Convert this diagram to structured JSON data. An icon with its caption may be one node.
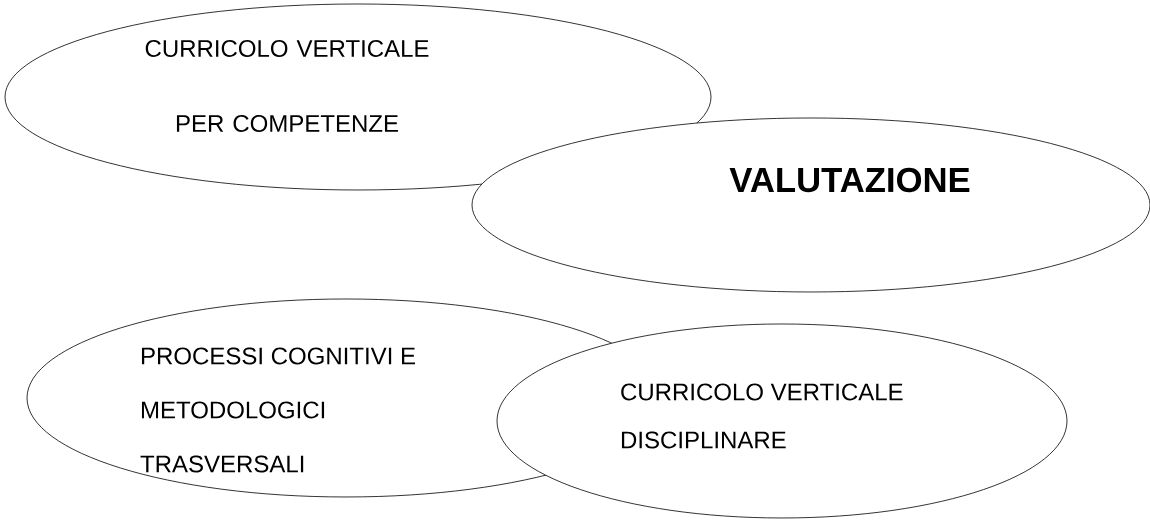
{
  "diagram": {
    "nodes": [
      {
        "text": [
          "CURRICOLO VERTICALE PER COMPETENZE"
        ]
      },
      {
        "text": [
          "VALUTAZIONE"
        ]
      },
      {
        "text": [
          "PROCESSI COGNITIVI E METODOLOGICI TRASVERSALI"
        ]
      },
      {
        "text": [
          "CURRICOLO VERTICALE DISCIPLINARE"
        ]
      }
    ]
  }
}
